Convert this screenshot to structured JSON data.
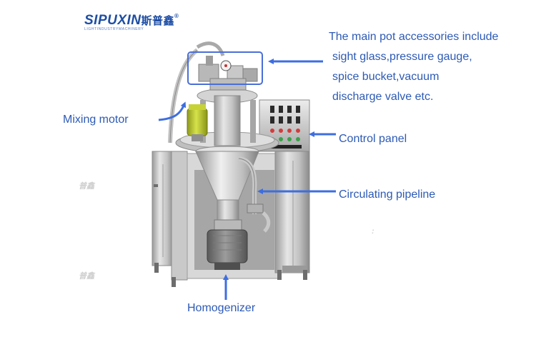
{
  "logo": {
    "brand": "SIPUXIN",
    "brand_cn": "斯普鑫",
    "tagline": "LIGHTINDUSTRYMACHINERY"
  },
  "labels": {
    "accessories_line1": "The main pot accessories include",
    "accessories_line2": "sight glass,pressure gauge,",
    "accessories_line3": "spice bucket,vacuum",
    "accessories_line4": "discharge valve etc.",
    "mixing_motor": "Mixing motor",
    "control_panel": "Control panel",
    "circulating_pipeline": "Circulating pipeline",
    "homogenizer": "Homogenizer"
  },
  "colors": {
    "label_text": "#2d5ab5",
    "arrow": "#3d6ee0",
    "highlight_box": "#4a6fd8",
    "steel_light": "#dcdcdc",
    "steel_mid": "#b4b4b4",
    "steel_dark": "#7d7d7d",
    "motor_green": "#b9c830"
  }
}
